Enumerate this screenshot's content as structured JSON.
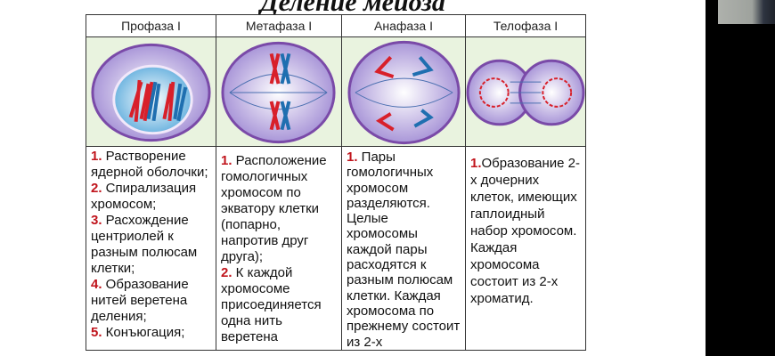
{
  "title": "Деление мейоза",
  "phases": [
    {
      "name": "Профаза I",
      "items": [
        {
          "num": "1.",
          "text": " Растворение ядерной оболочки;"
        },
        {
          "num": "2.",
          "text": " Спирализация хромосом;"
        },
        {
          "num": "3.",
          "text": " Расхождение центриолей к разным полюсам клетки;"
        },
        {
          "num": "4.",
          "text": " Образование нитей веретена деления;"
        },
        {
          "num": "5.",
          "text": " Конъюгация;"
        }
      ]
    },
    {
      "name": "Метафаза I",
      "items": [
        {
          "num": "1.",
          "text": " Расположение гомологичных хромосом по экватору клетки (попарно, напротив друг друга);"
        },
        {
          "num": "2.",
          "text": " К каждой хромосоме присоединяется одна нить веретена"
        }
      ]
    },
    {
      "name": "Анафаза I",
      "items": [
        {
          "num": "1.",
          "text": " Пары гомологичных хромосом разделяются. Целые хромосомы каждой пары расходятся к разным полюсам клетки. Каждая хромосома по прежнему состоит из 2-х"
        }
      ]
    },
    {
      "name": "Телофаза I",
      "items": [
        {
          "num": "1.",
          "text": "Образование 2-х дочерних клеток, имеющих гаплоидный набор хромосом. Каждая хромосома состоит из 2-х хроматид."
        }
      ]
    }
  ],
  "colors": {
    "cell": "#b9a8e0",
    "membrane": "#7a4aa8",
    "red": "#d8202a",
    "blue": "#1f6fb0",
    "number": "#c0141c"
  }
}
